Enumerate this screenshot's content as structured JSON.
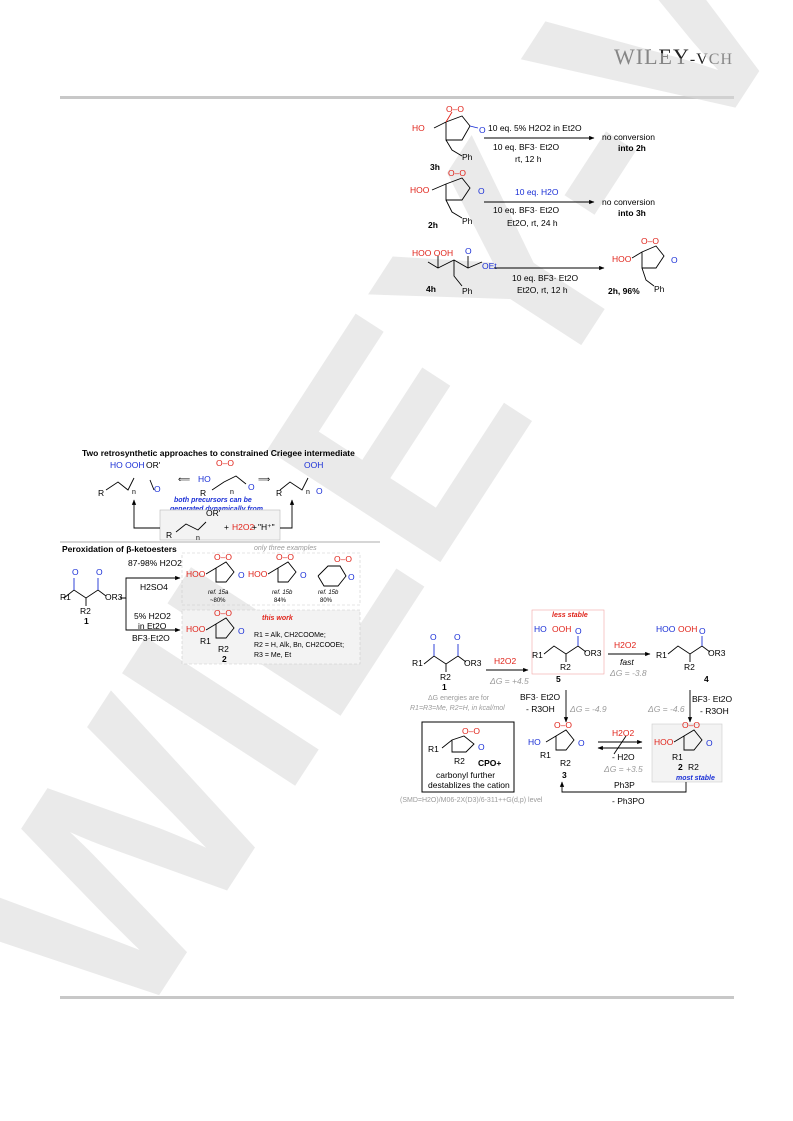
{
  "publisher": {
    "main": "WILEY",
    "suffix": "-VCH"
  },
  "watermark": "WILEY-VCH",
  "schemeA": {
    "r1": {
      "reagent1": "10 eq. 5% H2O2 in Et2O",
      "reagent2": "10 eq. BF3· Et2O",
      "cond": "rt, 12 h",
      "result1": "no conversion",
      "result2": "into 2h",
      "label": "3h",
      "ho": "HO",
      "ph": "Ph",
      "oo": "O–O",
      "o": "O"
    },
    "r2": {
      "reagent1": "10 eq. H2O",
      "reagent2": "10 eq. BF3· Et2O",
      "cond": "Et2O, rt, 24 h",
      "result1": "no conversion",
      "result2": "into 3h",
      "label": "2h",
      "hoo": "HOO",
      "ph": "Ph"
    },
    "r3": {
      "reagent": "10 eq. BF3· Et2O",
      "cond": "Et2O, rt, 12 h",
      "label": "4h",
      "hooooh": "HOO  OOH",
      "oet": "OEt",
      "ph": "Ph",
      "product": "2h, 96%",
      "hoo": "HOO"
    }
  },
  "schemeB": {
    "title": "Two retrosynthetic approaches to constrained Criegee intermediate",
    "left": {
      "hooh": "HO  OOH",
      "or": "OR'",
      "r": "R",
      "n": "n"
    },
    "middle": {
      "ho": "HO",
      "oo": "O–O",
      "r": "R",
      "n": "n"
    },
    "right": {
      "ooh": "OOH",
      "r": "R",
      "n": "n"
    },
    "note1": "both precursors can be",
    "note2": "generated dynamically from",
    "bottom": {
      "or": "OR'",
      "r": "R",
      "n": "n",
      "plus1": "+",
      "h2o2": "H2O2",
      "plus2": "+",
      "h": "\"H⁺\""
    }
  },
  "schemeC": {
    "title": "Peroxidation of β-ketoesters",
    "only": "only three examples",
    "top_reagent": "87-98% H2O2",
    "top_acid": "H2SO4",
    "ex1": {
      "ref": "ref. 15a",
      "yield": "~80%",
      "hoo": "HOO"
    },
    "ex2": {
      "ref": "ref. 15b",
      "yield": "84%",
      "hoo": "HOO"
    },
    "ex3": {
      "ref": "ref. 15b",
      "yield": "80%"
    },
    "sm_label": "1",
    "sm_or3": "OR3",
    "sm_r1": "R1",
    "sm_r2": "R2",
    "bot_reagent1": "5% H2O2",
    "bot_reagent2": "in Et2O",
    "bot_reagent3": "BF3·Et2O",
    "this_work": "this work",
    "prod_label": "2",
    "prod_hoo": "HOO",
    "prod_r1": "R1",
    "prod_r2": "R2",
    "sub1": "R1 = Alk, CH2COOMe;",
    "sub2": "R2 = H, Alk, Bn, CH2COOEt;",
    "sub3": "R3 = Me, Et"
  },
  "schemeD": {
    "c1": {
      "label": "1",
      "r1": "R1",
      "r2": "R2",
      "or3": "OR3"
    },
    "step1": {
      "reagent": "H2O2",
      "dg": "ΔG = +4.5"
    },
    "c5": {
      "label": "5",
      "tag": "less stable",
      "ho": "HO",
      "ooh": "OOH",
      "r1": "R1",
      "r2": "R2",
      "or3": "OR3"
    },
    "step2": {
      "reagent": "H2O2",
      "fast": "fast",
      "dg": "ΔG = -3.8"
    },
    "c4": {
      "label": "4",
      "hoo": "HOO",
      "ooh": "OOH",
      "r1": "R1",
      "r2": "R2",
      "or3": "OR3"
    },
    "note1": "ΔG energies are for",
    "note2": "R1=R3=Me, R2=H, in kcal/mol",
    "down5": {
      "reagent": "BF3· Et2O",
      "elim": "- R3OH",
      "dg": "ΔG = -4.9"
    },
    "down4": {
      "dg": "ΔG = -4.6",
      "reagent": "BF3· Et2O",
      "elim": "- R3OH"
    },
    "c3": {
      "label": "3",
      "ho": "HO",
      "r1": "R1",
      "r2": "R2"
    },
    "c2": {
      "label": "2",
      "tag": "most stable",
      "hoo": "HOO",
      "r1": "R1",
      "r2": "R2"
    },
    "eq": {
      "reagent": "H2O2",
      "elim": "- H2O",
      "dg": "ΔG = +3.5"
    },
    "cpo": {
      "name": "CPO+",
      "text1": "carbonyl further",
      "text2": "destablizes the cation",
      "r1": "R1",
      "r2": "R2"
    },
    "reduction": {
      "reagent": "Ph3P",
      "elim": "- Ph3PO"
    },
    "level": "(SMD=H2O)/M06-2X(D3)/6-311++G(d,p) level"
  }
}
